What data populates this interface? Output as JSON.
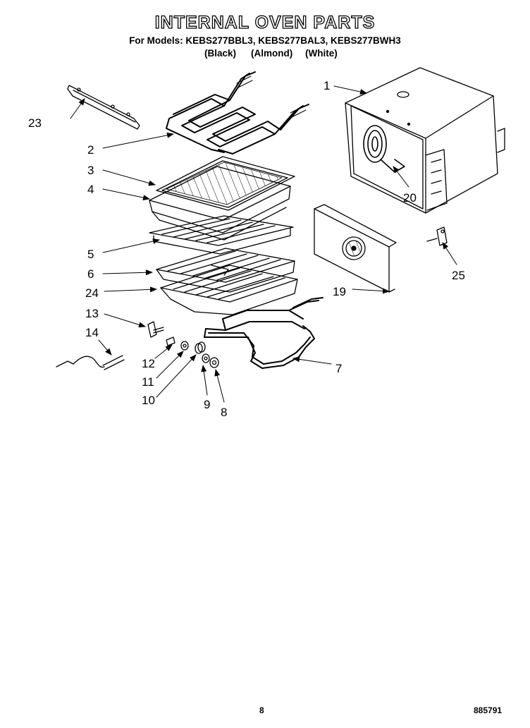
{
  "title": "INTERNAL OVEN PARTS",
  "models_line": "For Models: KEBS277BBL3, KEBS277BAL3, KEBS277BWH3",
  "colors": [
    "(Black)",
    "(Almond)",
    "(White)"
  ],
  "callouts": [
    "1",
    "2",
    "3",
    "4",
    "5",
    "6",
    "7",
    "8",
    "9",
    "10",
    "11",
    "12",
    "13",
    "14",
    "19",
    "20",
    "23",
    "24",
    "25"
  ],
  "page_number": "8",
  "doc_number": "885791"
}
